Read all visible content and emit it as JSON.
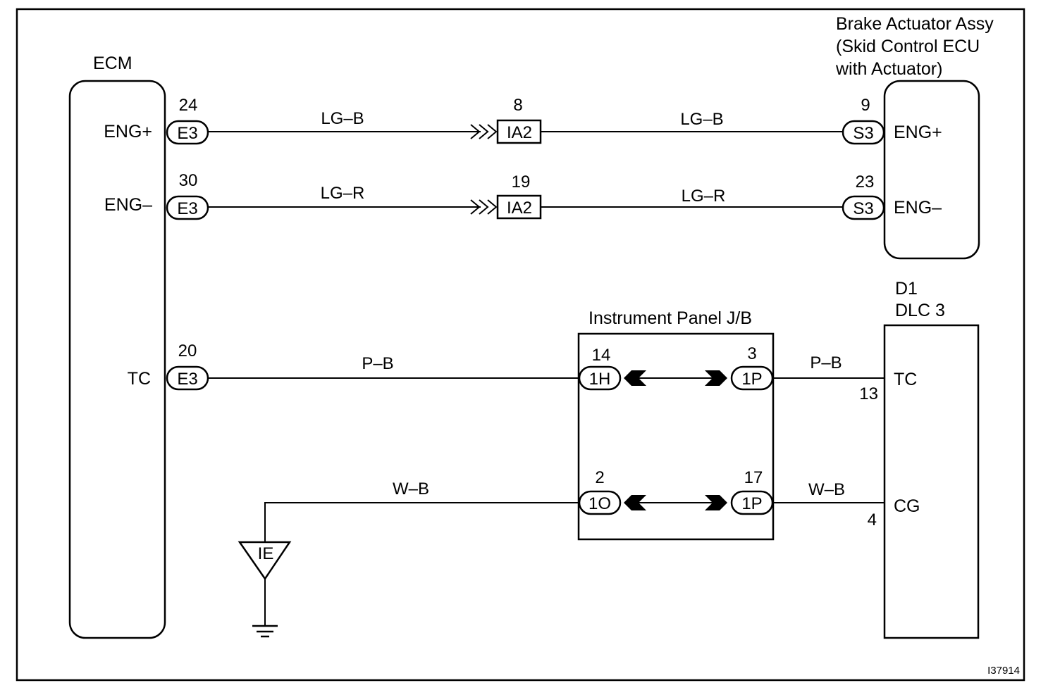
{
  "ecm": {
    "title": "ECM",
    "terminals": {
      "eng_plus": "ENG+",
      "eng_minus": "ENG–",
      "tc": "TC"
    }
  },
  "brake_actuator": {
    "title_lines": [
      "Brake Actuator Assy",
      "(Skid Control ECU",
      "with Actuator)"
    ],
    "terminals": {
      "eng_plus": "ENG+",
      "eng_minus": "ENG–"
    }
  },
  "dlc": {
    "id": "D1",
    "title": "DLC 3",
    "terminals": {
      "tc": "TC",
      "cg": "CG"
    }
  },
  "junction_block": {
    "title": "Instrument Panel J/B"
  },
  "connectors": {
    "e3": "E3",
    "ia2": "IA2",
    "s3": "S3",
    "j1h": "1H",
    "j1o": "1O",
    "j1p": "1P"
  },
  "pins": {
    "e3_eng_plus": "24",
    "e3_eng_minus": "30",
    "e3_tc": "20",
    "ia2_eng_plus": "8",
    "ia2_eng_minus": "19",
    "s3_eng_plus": "9",
    "s3_eng_minus": "23",
    "jb_1h": "14",
    "jb_1o": "2",
    "jb_1p_tc": "3",
    "jb_1p_cg": "17",
    "dlc_tc": "13",
    "dlc_cg": "4"
  },
  "wires": {
    "eng_plus": "LG–B",
    "eng_minus": "LG–R",
    "tc": "P–B",
    "ground": "W–B"
  },
  "ground_point": "IE",
  "figure_id": "I37914"
}
